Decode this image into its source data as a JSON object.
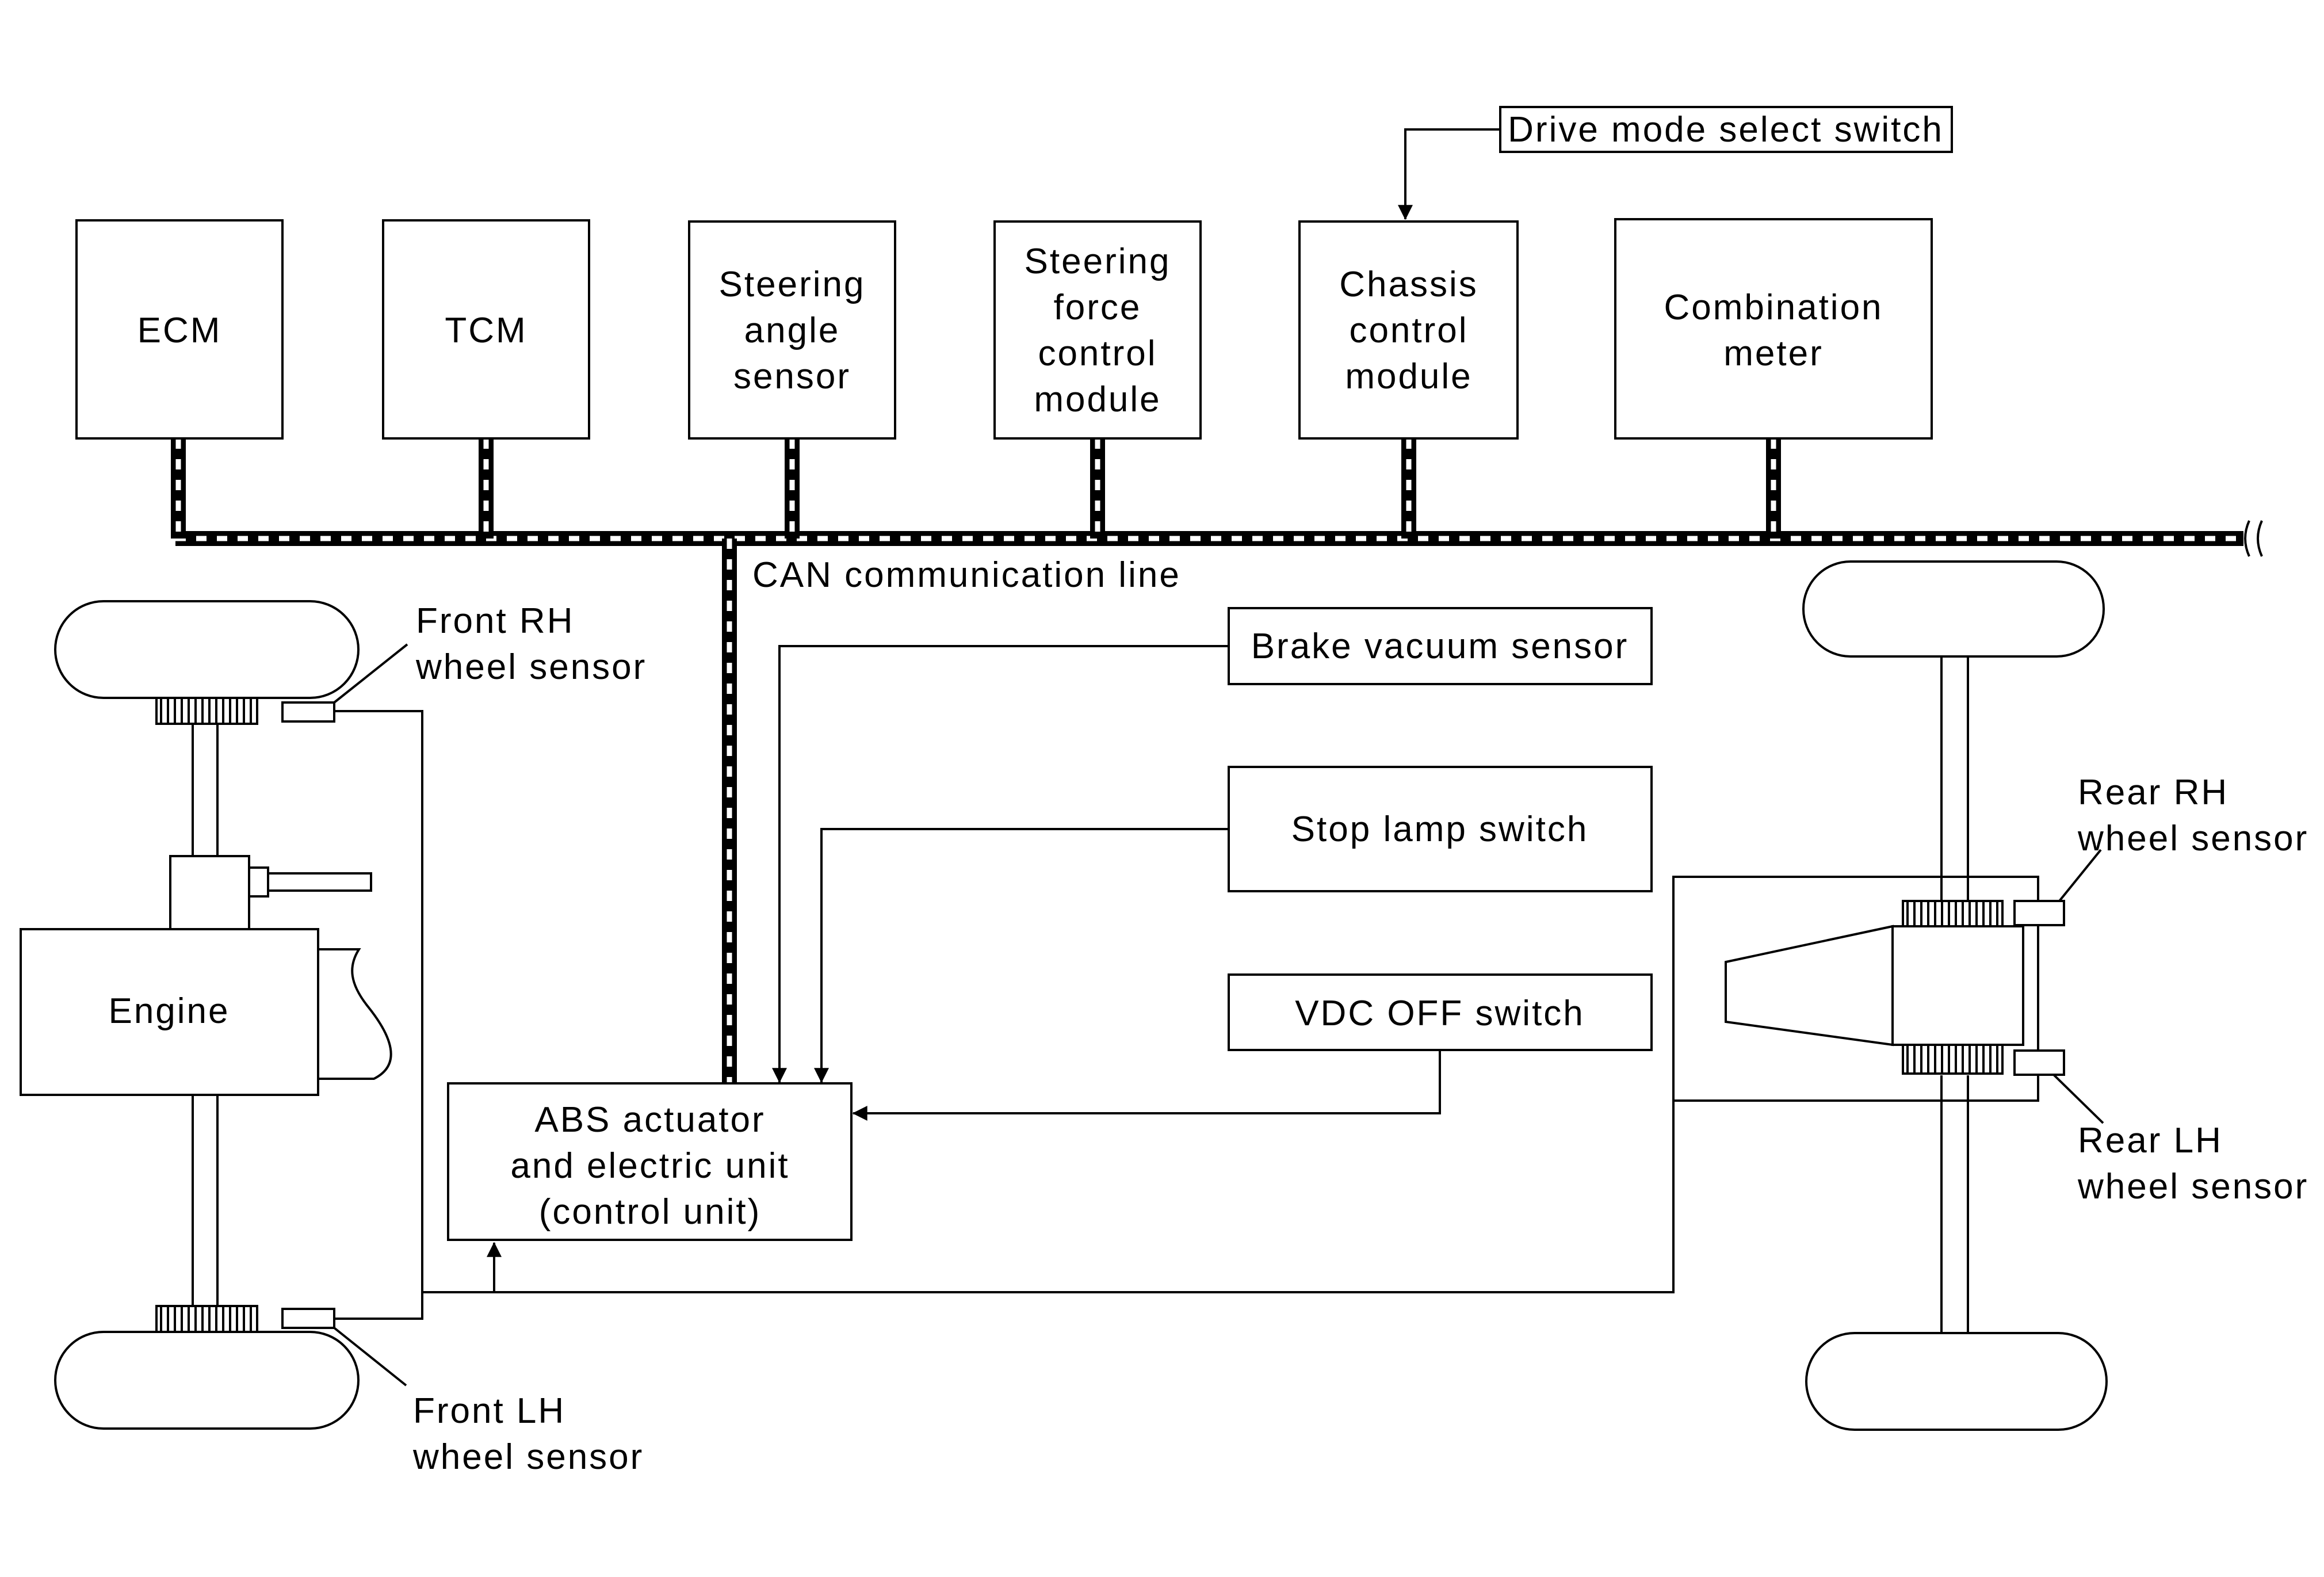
{
  "modules": {
    "ecm": [
      "ECM"
    ],
    "tcm": [
      "TCM"
    ],
    "steering_angle_sensor": [
      "Steering",
      "angle",
      "sensor"
    ],
    "steering_force_control_module": [
      "Steering",
      "force",
      "control",
      "module"
    ],
    "chassis_control_module": [
      "Chassis",
      "control",
      "module"
    ],
    "combination_meter": [
      "Combination",
      "meter"
    ]
  },
  "drive_mode_select_switch": "Drive mode select switch",
  "can_line_label": "CAN communication line",
  "inputs": {
    "brake_vacuum_sensor": "Brake vacuum sensor",
    "stop_lamp_switch": "Stop lamp switch",
    "vdc_off_switch": "VDC OFF switch"
  },
  "abs_unit": [
    "ABS actuator",
    "and electric unit",
    "(control unit)"
  ],
  "engine": "Engine",
  "wheel_sensors": {
    "front_rh": [
      "Front RH",
      "wheel sensor"
    ],
    "front_lh": [
      "Front LH",
      "wheel sensor"
    ],
    "rear_rh": [
      "Rear RH",
      "wheel sensor"
    ],
    "rear_lh": [
      "Rear LH",
      "wheel sensor"
    ]
  }
}
